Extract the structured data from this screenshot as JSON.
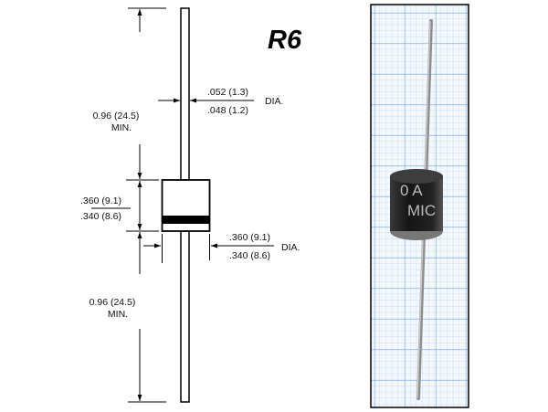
{
  "title": "R6",
  "dimensions": {
    "lead_length_top": {
      "value": "0.96 (24.5)",
      "note": "MIN."
    },
    "lead_diameter": {
      "max": ".052 (1.3)",
      "min": ".048 (1.2)",
      "note": "DIA."
    },
    "body_length": {
      "max": ".360 (9.1)",
      "min": ".340 (8.6)"
    },
    "body_diameter": {
      "max": ".360 (9.1)",
      "min": ".340 (8.6)",
      "note": "DIA."
    },
    "lead_length_bottom": {
      "value": "0.96 (24.5)",
      "note": "MIN."
    }
  },
  "photo": {
    "marking_line1": "0 A",
    "marking_line2": "MIC"
  },
  "colors": {
    "grid_minor": "#b9d3ee",
    "grid_major": "#7fb0e6",
    "body": "#1c1c1c",
    "lead": "#a9a9a9"
  }
}
